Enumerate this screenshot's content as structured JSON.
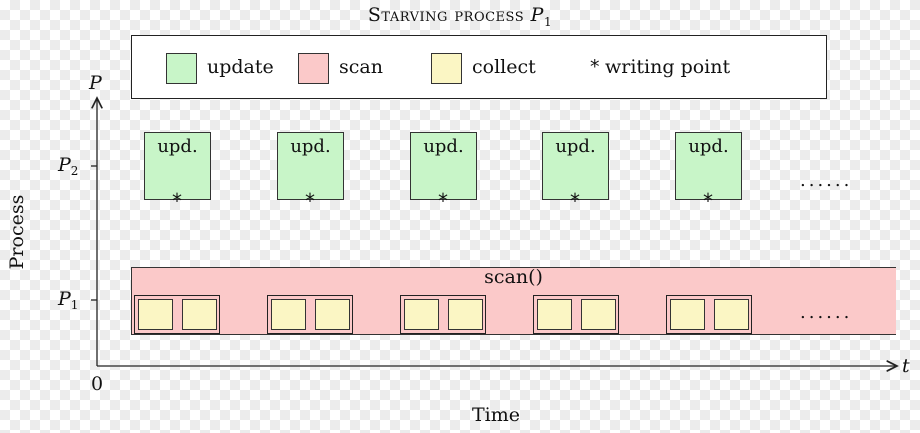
{
  "title": {
    "main": "Starving process",
    "var": "P",
    "sub": "1"
  },
  "legend": {
    "update": "update",
    "scan": "scan",
    "collect": "collect",
    "writing_point": "writing point",
    "star_symbol": "*"
  },
  "axes": {
    "y_var": "P",
    "x_var": "t",
    "origin": "0",
    "xlabel": "Time",
    "ylabel": "Process",
    "p2": {
      "var": "P",
      "sub": "2"
    },
    "p1": {
      "var": "P",
      "sub": "1"
    }
  },
  "updates": [
    {
      "label": "upd.",
      "star": "*"
    },
    {
      "label": "upd.",
      "star": "*"
    },
    {
      "label": "upd.",
      "star": "*"
    },
    {
      "label": "upd.",
      "star": "*"
    },
    {
      "label": "upd.",
      "star": "*"
    }
  ],
  "scan_label": "scan()",
  "ellipsis": "......",
  "colors": {
    "update": "#c8f5c8",
    "scan": "#fbc9c9",
    "collect": "#fbf6c4",
    "border": "#333333"
  }
}
